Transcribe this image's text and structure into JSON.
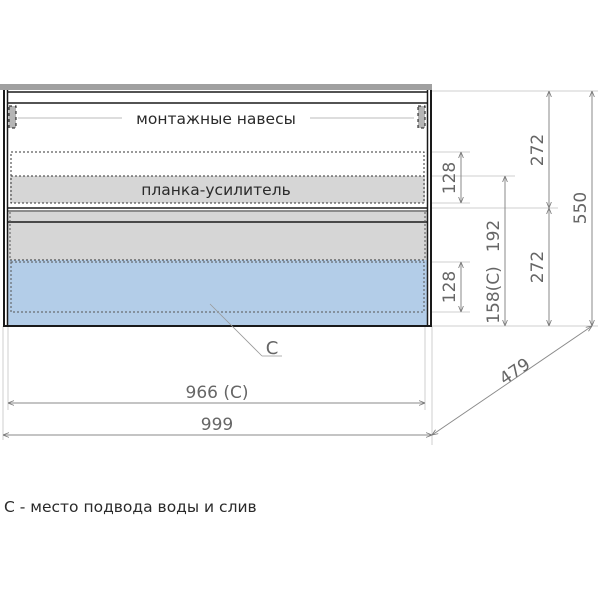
{
  "drawing": {
    "labels": {
      "mounting_hangers": "монтажные навесы",
      "reinforcement_bar": "планка-усилитель",
      "connection_marker": "C"
    },
    "dimensions": {
      "width_total": "999",
      "width_connection": "966 (C)",
      "depth": "479",
      "height_total": "550",
      "upper_drawer_height": "272",
      "lower_drawer_height": "272",
      "upper_handle_zone": "128",
      "lower_handle_zone": "128",
      "mid_span": "192",
      "connection_height": "158(C)"
    },
    "colors": {
      "frame": "#1a1a1a",
      "top_panel": "#a0a0a0",
      "drawer_fill": "#d6d6d6",
      "connection_zone": "#b3cde8",
      "dimension_line": "#8a8a8a",
      "extension_line": "#cfcfcf"
    }
  },
  "legend": {
    "note": "C - место подвода воды и слив"
  }
}
